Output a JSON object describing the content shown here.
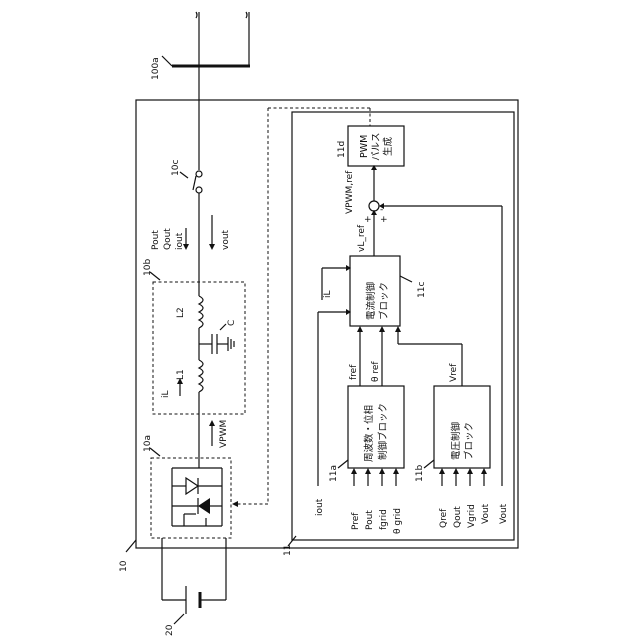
{
  "refs": {
    "grid": "100a",
    "system": "10",
    "converter": "10a",
    "filter": "10b",
    "switch": "10c",
    "controller": "11",
    "pll_block": "11a",
    "voltage_block": "11b",
    "current_block": "11c",
    "pwm_block": "11d",
    "battery": "20"
  },
  "blocks": {
    "pwm": [
      "PWM",
      "パルス",
      "生成"
    ],
    "current": [
      "電流制御",
      "ブロック"
    ],
    "pll": [
      "周波数・位相",
      "制御ブロック"
    ],
    "voltage": [
      "電圧制御",
      "ブロック"
    ]
  },
  "labels": {
    "P_out": "Pout",
    "Q_out": "Qout",
    "i_out": "iout",
    "v_out": "vout",
    "L1": "L1",
    "L2": "L2",
    "C": "C",
    "iL": "iL",
    "VPWM": "VPWM",
    "iL_ctrl": "iL",
    "vL_ref": "vL_ref",
    "VPWM_ref": "VPWM,ref",
    "f_ref": "fref",
    "theta_ref": "θ ref",
    "V_ref": "Vref",
    "plus1": "+",
    "plus2": "+",
    "minus": "-"
  },
  "inputs_pll": [
    "Pref",
    "Pout",
    "fgrid",
    "θ grid"
  ],
  "inputs_voltage": [
    "Qref",
    "Qout",
    "Vgrid",
    "Vout"
  ],
  "input_vout": "Vout",
  "input_iout": "iout"
}
